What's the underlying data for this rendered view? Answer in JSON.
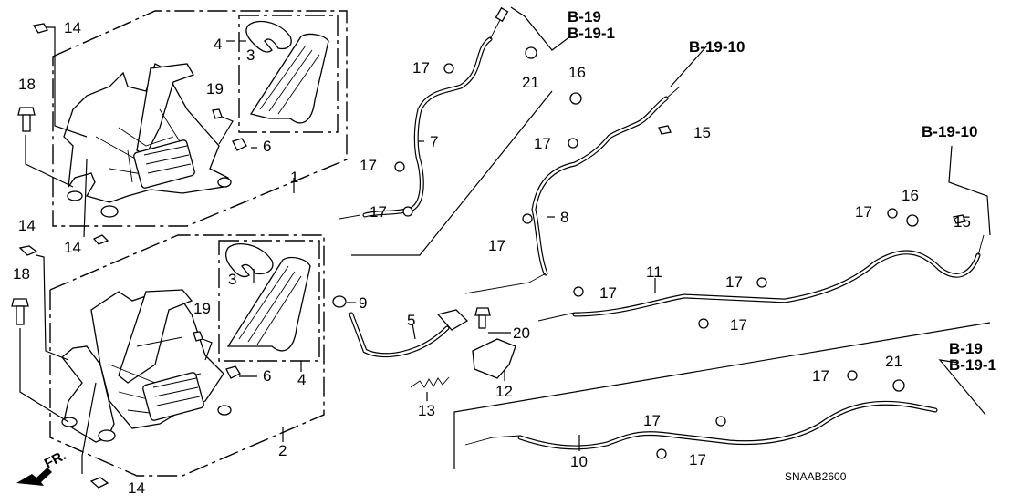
{
  "diagram": {
    "title": "Parking Brake Lever & Cable Assembly",
    "drawing_code": "SNAAB2600",
    "front_indicator": "FR.",
    "section_refs": [
      {
        "id": "ref-top-1",
        "lines": [
          "B-19",
          "B-19-1"
        ]
      },
      {
        "id": "ref-top-2",
        "lines": [
          "B-19-10"
        ]
      },
      {
        "id": "ref-right-1",
        "lines": [
          "B-19-10"
        ]
      },
      {
        "id": "ref-right-2",
        "lines": [
          "B-19",
          "B-19-1"
        ]
      }
    ],
    "callouts": {
      "c1": "1",
      "c2": "2",
      "c3a": "3",
      "c3b": "3",
      "c4a": "4",
      "c4b": "4",
      "c5": "5",
      "c6a": "6",
      "c6b": "6",
      "c7": "7",
      "c8": "8",
      "c9": "9",
      "c10": "10",
      "c11": "11",
      "c12": "12",
      "c13": "13",
      "c14a": "14",
      "c14b": "14",
      "c14c": "14",
      "c14d": "14",
      "c15a": "15",
      "c15b": "15",
      "c16a": "16",
      "c16b": "16",
      "c17a": "17",
      "c17b": "17",
      "c17c": "17",
      "c17d": "17",
      "c17e": "17",
      "c17f": "17",
      "c17g": "17",
      "c17h": "17",
      "c17i": "17",
      "c17j": "17",
      "c17k": "17",
      "c17l": "17",
      "c18a": "18",
      "c18b": "18",
      "c19a": "19",
      "c19b": "19",
      "c20": "20",
      "c21a": "21",
      "c21b": "21"
    }
  }
}
